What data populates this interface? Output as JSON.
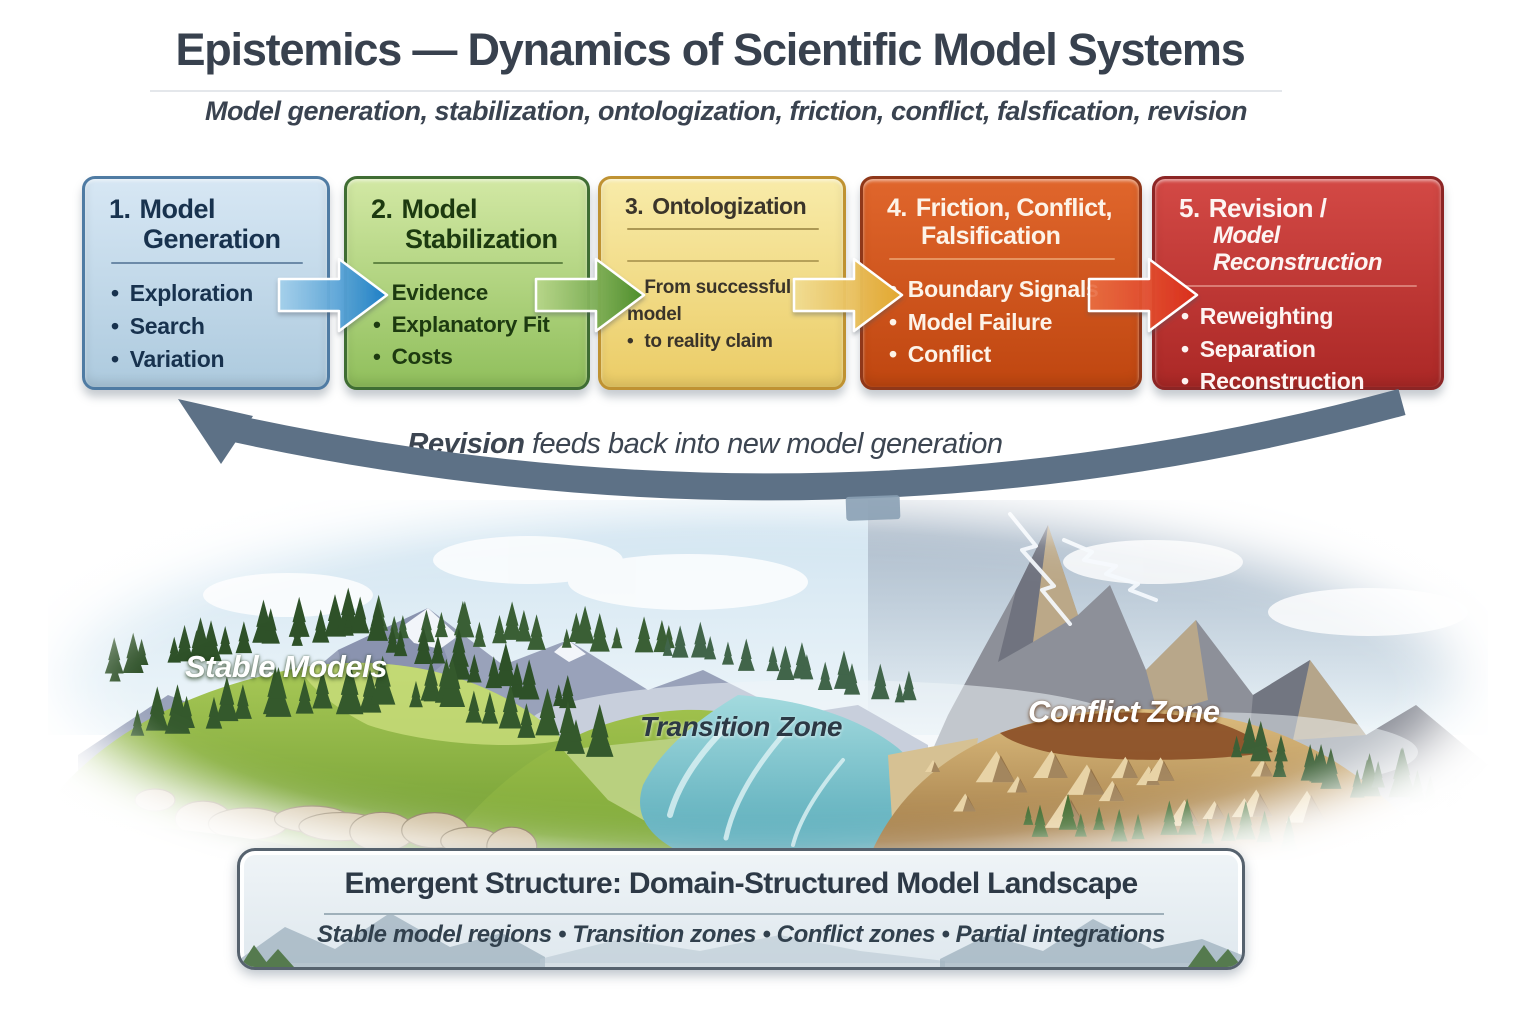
{
  "header": {
    "title": "Epistemics — Dynamics of Scientific Model Systems",
    "subtitle": "Model generation, stabilization, ontologization, friction, conflict, falsfication, revision"
  },
  "process": {
    "steps": [
      {
        "number": "1.",
        "title_line1": "Model",
        "title_line2": "Generation",
        "bullets": [
          "Exploration",
          "Search",
          "Variation"
        ],
        "colors": {
          "border": "#4f7ba3",
          "fill_top": "#d7e7f4",
          "fill_bottom": "#adcade",
          "text": "#18324e",
          "rule": "#46688c",
          "arrow_from": "#a6d4f0",
          "arrow_to": "#1d7fc6"
        }
      },
      {
        "number": "2.",
        "title_line1": "Model",
        "title_line2": "Stabilization",
        "bullets": [
          "Evidence",
          "Explanatory Fit",
          "Costs"
        ],
        "colors": {
          "border": "#3f6d33",
          "fill_top": "#d2e8a4",
          "fill_bottom": "#90bf5c",
          "text": "#1d3a10",
          "rule": "#3e6528",
          "arrow_from": "#bcdb8c",
          "arrow_to": "#4c8d2a"
        }
      },
      {
        "number": "3.",
        "title_line1": "Ontologization",
        "title_line2": "",
        "bullets": [
          "From successful model",
          "to reality claim",
          ""
        ],
        "colors": {
          "border": "#bf9232",
          "fill_top": "#f8eba9",
          "fill_bottom": "#ebcc66",
          "text": "#3a342a",
          "rule": "#8d7836",
          "arrow_from": "#f6e withdrew296",
          "arrow_to": "#e2a72e"
        }
      },
      {
        "number": "4.",
        "title_line1": "Friction, Conflict,",
        "title_line2": "Falsification",
        "bullets": [
          "Boundary Signals",
          "Model Failure",
          "Conflict"
        ],
        "colors": {
          "border": "#8f3719",
          "fill_top": "#e0662c",
          "fill_bottom": "#bf4610",
          "text": "#fdf3e8",
          "rule": "#f0ad7d",
          "arrow_from": "#ef7040",
          "arrow_to": "#d92e1b"
        }
      },
      {
        "number": "5.",
        "title_line1": "Revision /",
        "title_line2": "Model Reconstruction",
        "bullets": [
          "Reweighting",
          "Separation",
          "Reconstruction"
        ],
        "colors": {
          "border": "#8c2525",
          "fill_top": "#d34945",
          "fill_bottom": "#ab2826",
          "text": "#fdf4f2",
          "rule": "#e59a90"
        }
      }
    ]
  },
  "feedback": {
    "emphasis": "Revision",
    "text": " feeds back into new model generation",
    "arrow_color": "#5d7186"
  },
  "landscape": {
    "labels": {
      "stable": "Stable Models",
      "transition": "Transition Zone",
      "conflict": "Conflict Zone"
    }
  },
  "banner": {
    "title": "Emergent Structure: Domain-Structured Model Landscape",
    "subtitle": "Stable model regions • Transition zones • Conflict zones • Partial integrations"
  }
}
